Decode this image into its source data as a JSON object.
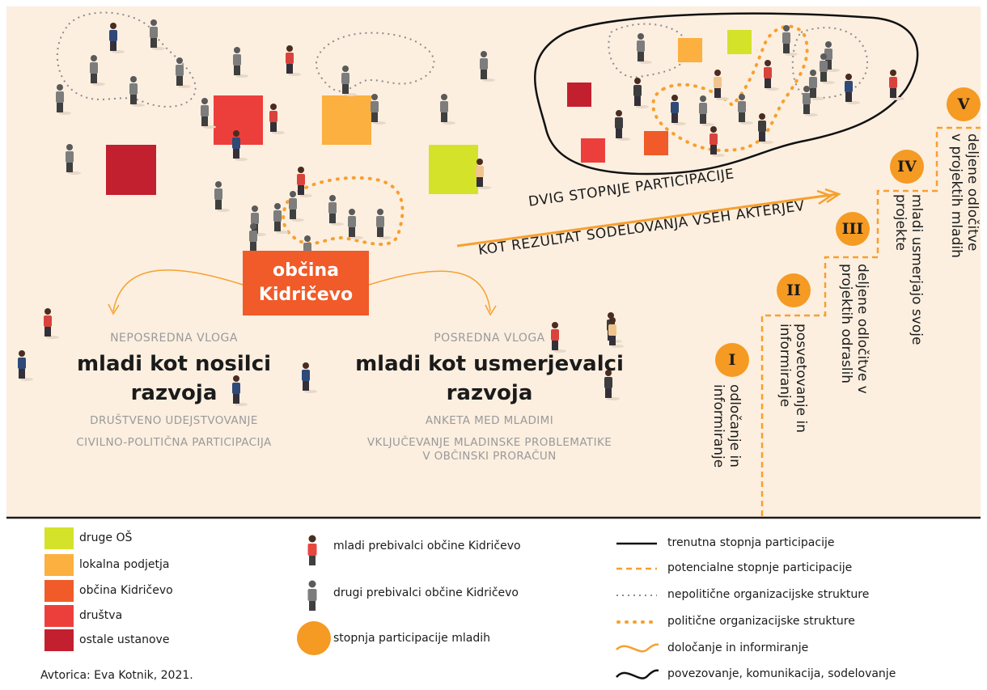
{
  "colors": {
    "background": "#fcefe0",
    "druge_os": "#d4e22a",
    "lokalna_podjetja": "#fbb040",
    "obcina": "#f05b29",
    "drustva": "#ec3f3c",
    "ostale_ustanove": "#c3202f",
    "badge": "#f59a23",
    "arrow": "#f7a02e"
  },
  "center": {
    "line1": "občina",
    "line2": "Kidričevo"
  },
  "left_role": {
    "small": "NEPOSREDNA VLOGA",
    "title_line1": "mladi kot nosilci",
    "title_line2": "razvoja",
    "sub1": "DRUŠTVENO UDEJSTVOVANJE",
    "sub2": "CIVILNO-POLITIČNA PARTICIPACIJA"
  },
  "right_role": {
    "small": "POSREDNA VLOGA",
    "title_line1": "mladi kot usmerjevalci",
    "title_line2": "razvoja",
    "sub1": "ANKETA MED MLADIMI",
    "sub2": "VKLJUČEVANJE MLADINSKE PROBLEMATIKE",
    "sub3": "V OBČINSKI PRORAČUN"
  },
  "arrow": {
    "line1": "DVIG STOPNJE PARTICIPACIJE",
    "line2": "KOT REZULTAT SODELOVANJA VSEH AKTERJEV"
  },
  "stages": [
    {
      "numeral": "I",
      "text": "odločanje in\ninformiranje"
    },
    {
      "numeral": "II",
      "text": "posvetovanje in\ninformiranje"
    },
    {
      "numeral": "III",
      "text": "deljene odločitve v\nprojektih odraslih"
    },
    {
      "numeral": "IV",
      "text": "mladi usmerjajo svoje\nprojekte"
    },
    {
      "numeral": "V",
      "text": "deljene odločitve\nv projektih mladih"
    }
  ],
  "legend": {
    "squares": [
      {
        "label": "druge OŠ",
        "color": "#d4e22a"
      },
      {
        "label": "lokalna podjetja",
        "color": "#fbb040"
      },
      {
        "label": "občina Kidričevo",
        "color": "#f05b29"
      },
      {
        "label": "društva",
        "color": "#ec3f3c"
      },
      {
        "label": "ostale ustanove",
        "color": "#c3202f"
      }
    ],
    "people": {
      "youth": "mladi prebivalci občine Kidričevo",
      "others": "drugi prebivalci občine Kidričevo",
      "circle": "stopnja participacije mladih"
    },
    "lines": {
      "current": "trenutna stopnja participacije",
      "potential": "potencialne stopnje participacije",
      "nonpolitical": "nepolitične organizacijske strukture",
      "political": "politične organizacijske strukture",
      "orange_wave": "določanje in informiranje",
      "black_wave": "povezovanje, komunikacija, sodelovanje"
    }
  },
  "author": "Avtorica: Eva Kotnik, 2021."
}
